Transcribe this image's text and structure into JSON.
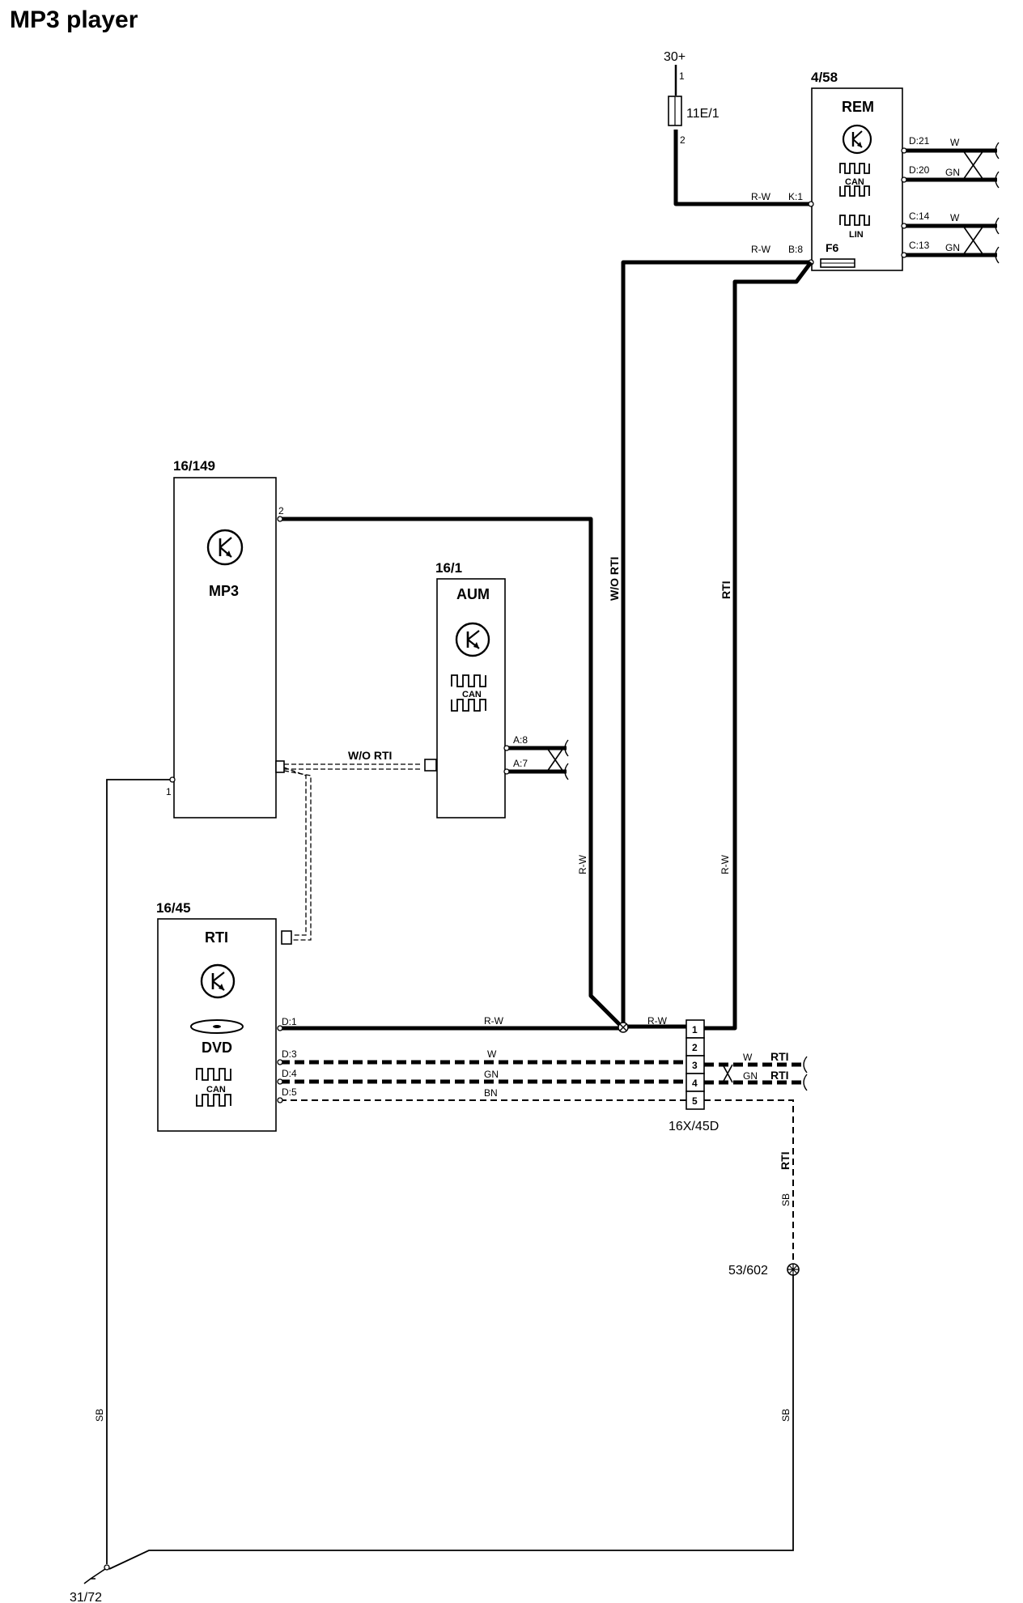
{
  "title": "MP3 player",
  "supply": {
    "label": "30+",
    "pin1": "1",
    "pin2": "2",
    "fuse": "11E/1"
  },
  "rem": {
    "id": "4/58",
    "name": "REM",
    "can": "CAN",
    "lin": "LIN",
    "fuse": "F6",
    "pins": {
      "k1": "K:1",
      "b8": "B:8",
      "d21": "D:21",
      "d20": "D:20",
      "c14": "C:14",
      "c13": "C:13"
    },
    "wires": {
      "d21": "W",
      "d20": "GN",
      "c14": "W",
      "c13": "GN"
    }
  },
  "mp3": {
    "id": "16/149",
    "name": "MP3",
    "pin2": "2",
    "pin1": "1"
  },
  "aum": {
    "id": "16/1",
    "name": "AUM",
    "can": "CAN",
    "pin_a8": "A:8",
    "pin_a7": "A:7"
  },
  "rti": {
    "id": "16/45",
    "name": "RTI",
    "dvd": "DVD",
    "can": "CAN",
    "pins": {
      "d1": "D:1",
      "d3": "D:3",
      "d4": "D:4",
      "d5": "D:5"
    }
  },
  "connector": {
    "id": "16X/45D",
    "pins": [
      "1",
      "2",
      "3",
      "4",
      "5"
    ]
  },
  "wires": {
    "rw": "R-W",
    "w": "W",
    "gn": "GN",
    "bn": "BN",
    "sb": "SB",
    "wo_rti": "W/O RTI",
    "rti": "RTI"
  },
  "ground_splice": "53/602",
  "ground": "31/72"
}
